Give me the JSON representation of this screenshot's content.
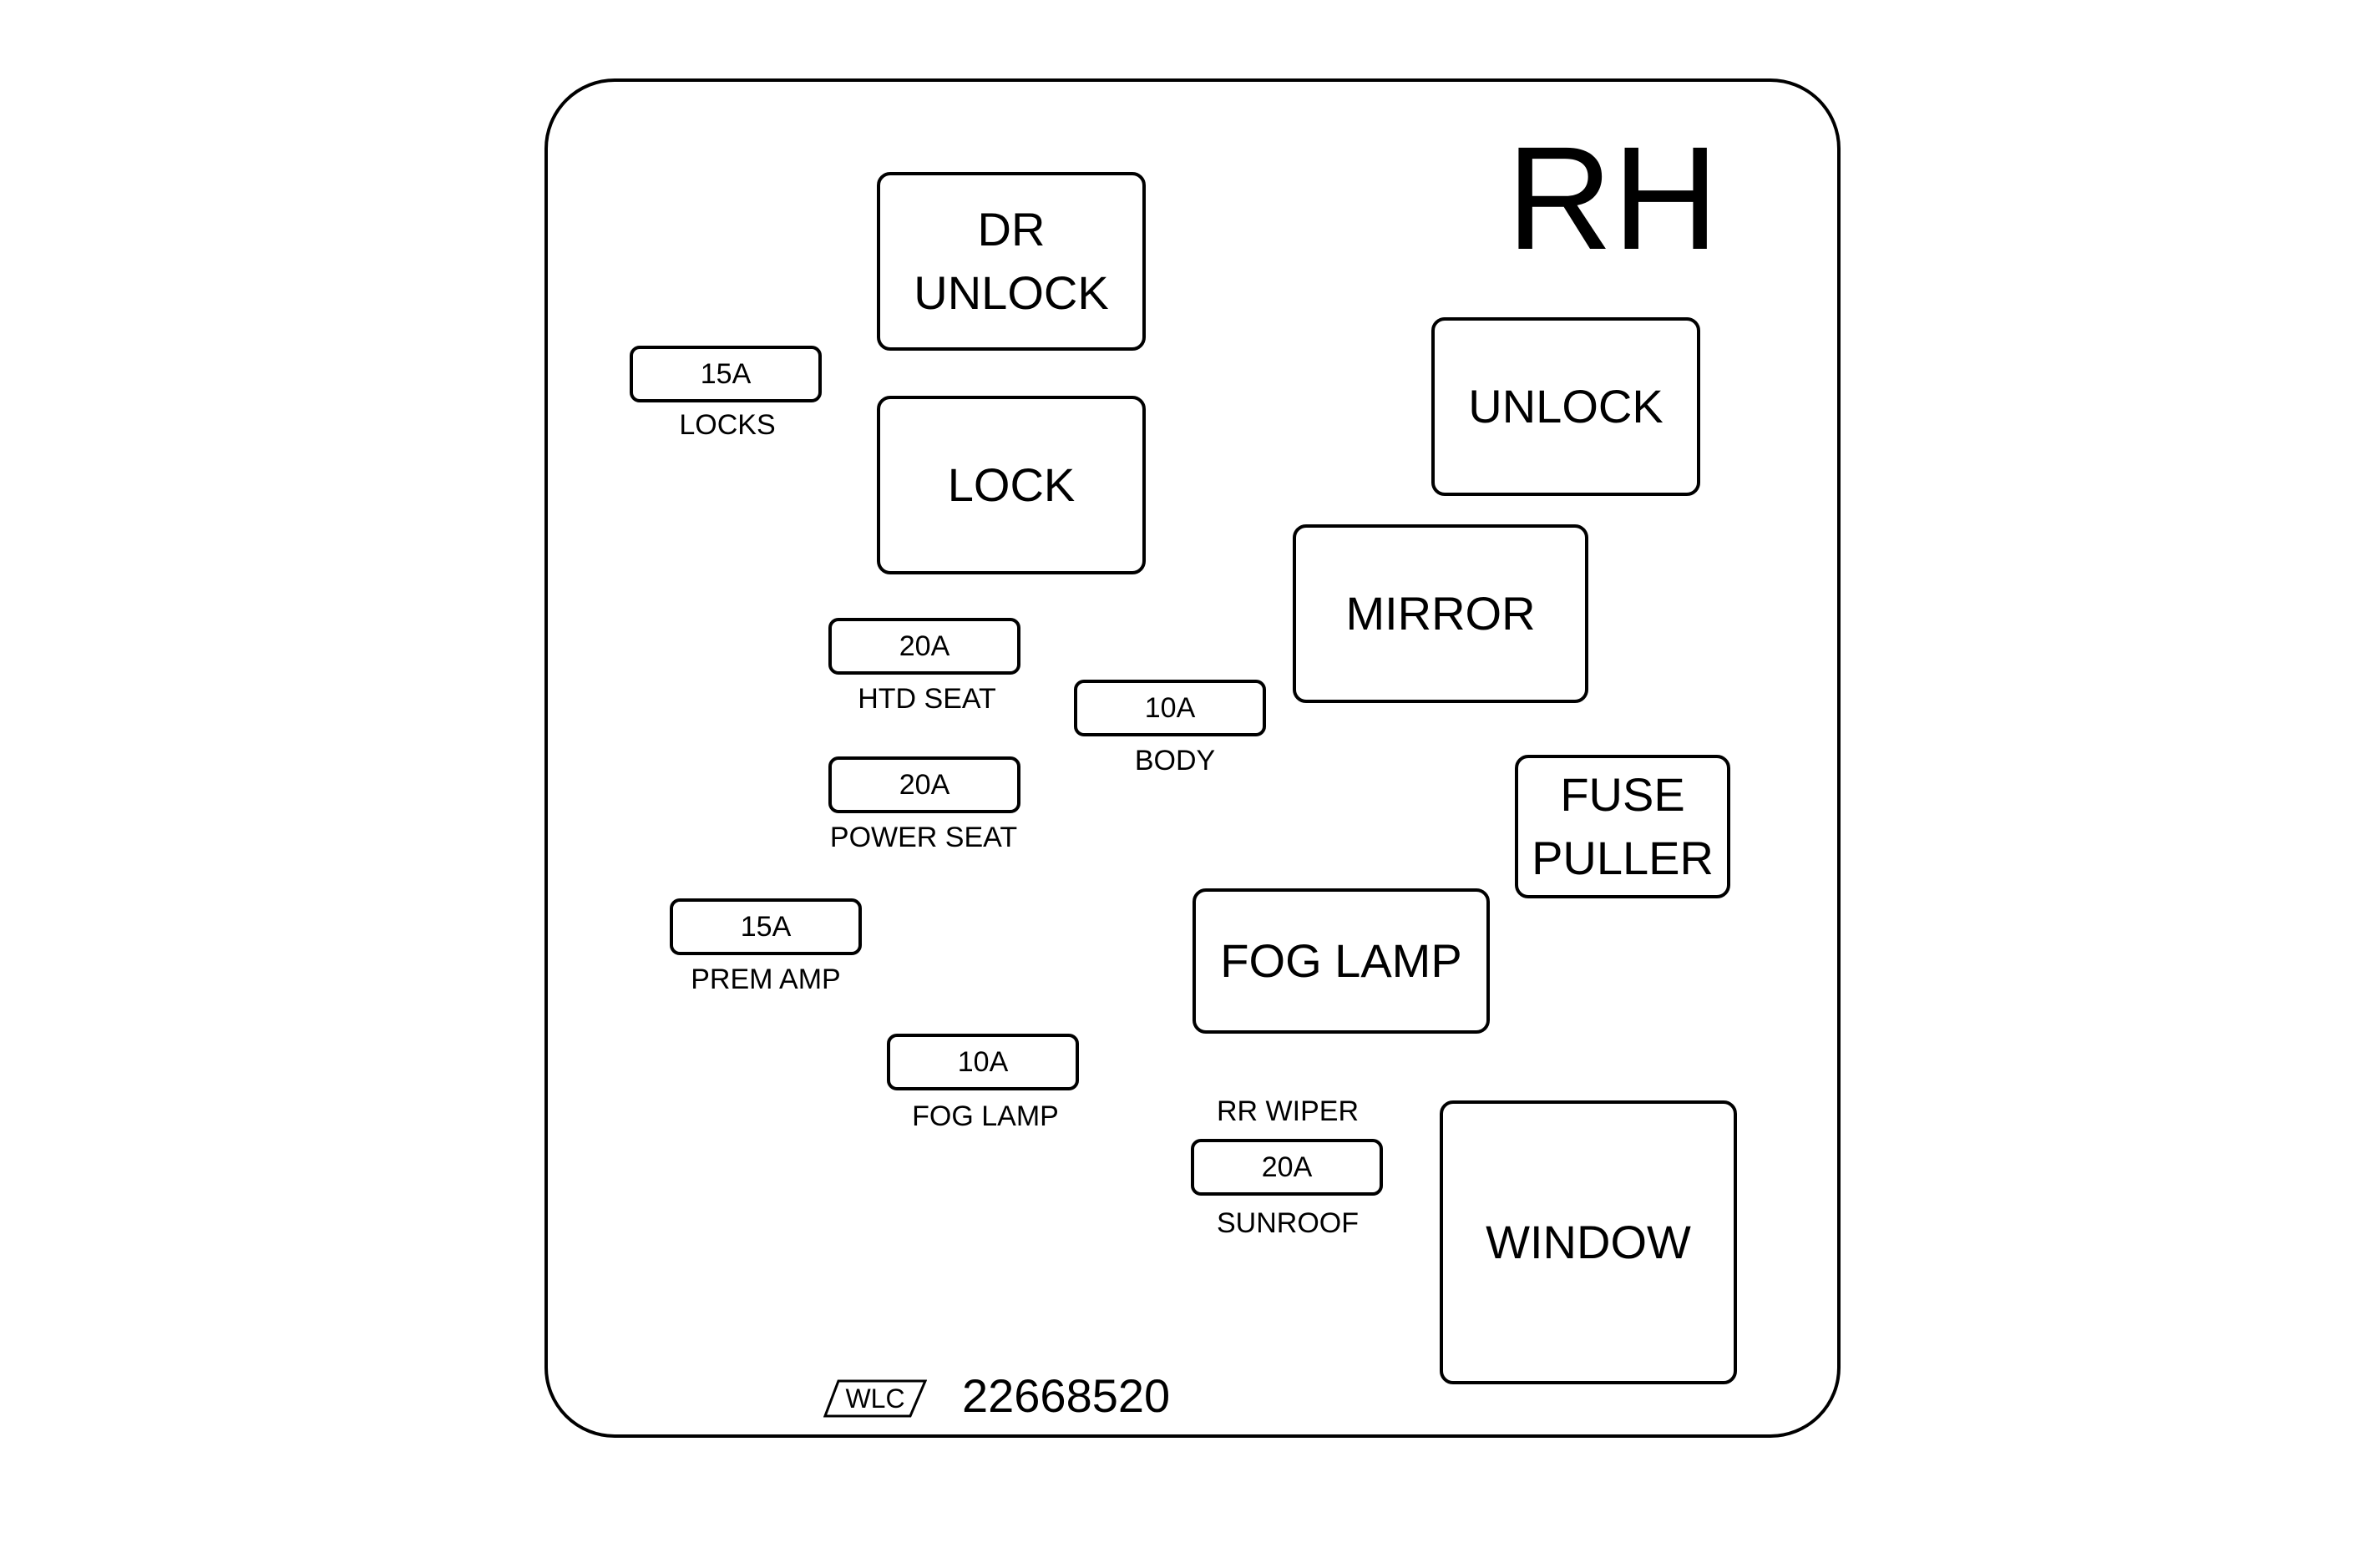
{
  "side_label": "RH",
  "part_number": "22668520",
  "logo_text": "WLC",
  "relays": {
    "dr_unlock": {
      "line1": "DR",
      "line2": "UNLOCK"
    },
    "lock": "LOCK",
    "unlock": "UNLOCK",
    "mirror": "MIRROR",
    "fuse_puller": {
      "line1": "FUSE",
      "line2": "PULLER"
    },
    "fog_lamp": "FOG LAMP",
    "window": "WINDOW"
  },
  "fuses": {
    "locks": {
      "rating": "15A",
      "label": "LOCKS"
    },
    "htd_seat": {
      "rating": "20A",
      "label": "HTD SEAT"
    },
    "body": {
      "rating": "10A",
      "label": "BODY"
    },
    "power_seat": {
      "rating": "20A",
      "label": "POWER SEAT"
    },
    "prem_amp": {
      "rating": "15A",
      "label": "PREM AMP"
    },
    "fog_lamp": {
      "rating": "10A",
      "label": "FOG LAMP"
    },
    "rr_wiper_sunroof": {
      "rating": "20A",
      "label_top": "RR WIPER",
      "label_bottom": "SUNROOF"
    }
  }
}
